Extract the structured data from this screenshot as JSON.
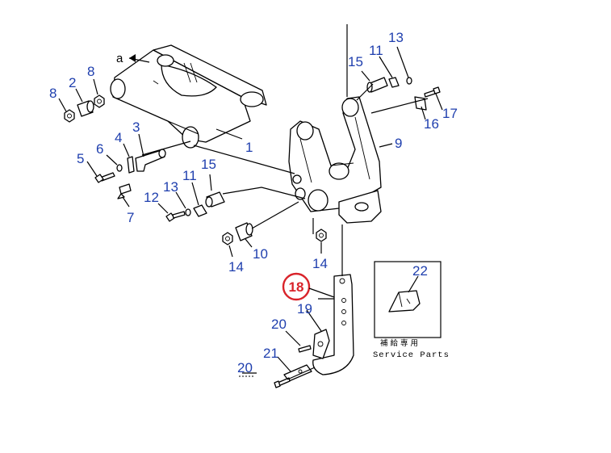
{
  "diagram": {
    "view_marker": "a",
    "highlight_color": "#d9232a",
    "label_color": "#1f3fae",
    "callouts": {
      "c8a": "8",
      "c2": "2",
      "c8b": "8",
      "c3": "3",
      "c4": "4",
      "c6": "6",
      "c5": "5",
      "c7": "7",
      "c1": "1",
      "c13a": "13",
      "c11a": "11",
      "c15a": "15",
      "c12": "12",
      "c14a": "14",
      "c10": "10",
      "c14b": "14",
      "c13b": "13",
      "c11b": "11",
      "c15b": "15",
      "c17": "17",
      "c16": "16",
      "c9": "9",
      "c18": "18",
      "c19": "19",
      "c20a": "20",
      "c21": "21",
      "c20b": "20",
      "c22": "22"
    },
    "inset": {
      "title_jp": "補給専用",
      "title_en": "Service Parts"
    }
  }
}
